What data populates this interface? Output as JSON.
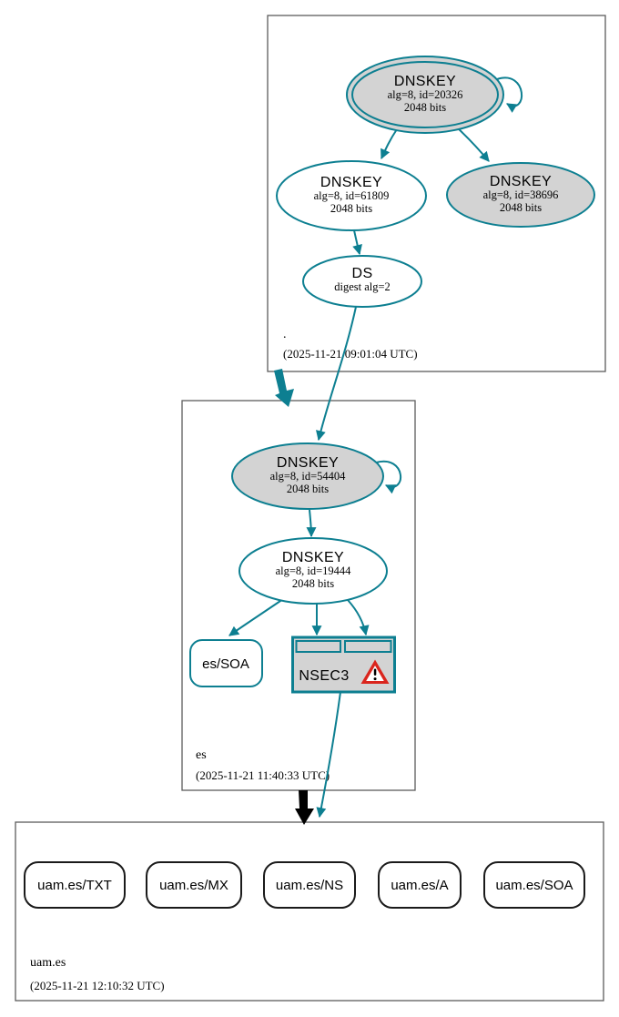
{
  "colors": {
    "secure": "#0d7f91",
    "insecure": "#000000",
    "warning": "#da251d",
    "node_fill": "#d3d3d3",
    "box_border": "#5c5c5c",
    "rrset_border": "#1a1a1a"
  },
  "zones": {
    "root": {
      "label": ".",
      "timestamp": "(2025-11-21 09:01:04 UTC)",
      "nodes": {
        "ksk": {
          "title": "DNSKEY",
          "detail1": "alg=8, id=20326",
          "detail2": "2048 bits"
        },
        "zsk": {
          "title": "DNSKEY",
          "detail1": "alg=8, id=61809",
          "detail2": "2048 bits"
        },
        "key3": {
          "title": "DNSKEY",
          "detail1": "alg=8, id=38696",
          "detail2": "2048 bits"
        },
        "ds": {
          "title": "DS",
          "detail1": "digest alg=2"
        }
      }
    },
    "es": {
      "label": "es",
      "timestamp": "(2025-11-21 11:40:33 UTC)",
      "nodes": {
        "ksk": {
          "title": "DNSKEY",
          "detail1": "alg=8, id=54404",
          "detail2": "2048 bits"
        },
        "zsk": {
          "title": "DNSKEY",
          "detail1": "alg=8, id=19444",
          "detail2": "2048 bits"
        },
        "soa": {
          "label": "es/SOA"
        },
        "nsec3": {
          "label": "NSEC3"
        }
      }
    },
    "uam_es": {
      "label": "uam.es",
      "timestamp": "(2025-11-21 12:10:32 UTC)",
      "rrsets": [
        "uam.es/TXT",
        "uam.es/MX",
        "uam.es/NS",
        "uam.es/A",
        "uam.es/SOA"
      ]
    }
  }
}
